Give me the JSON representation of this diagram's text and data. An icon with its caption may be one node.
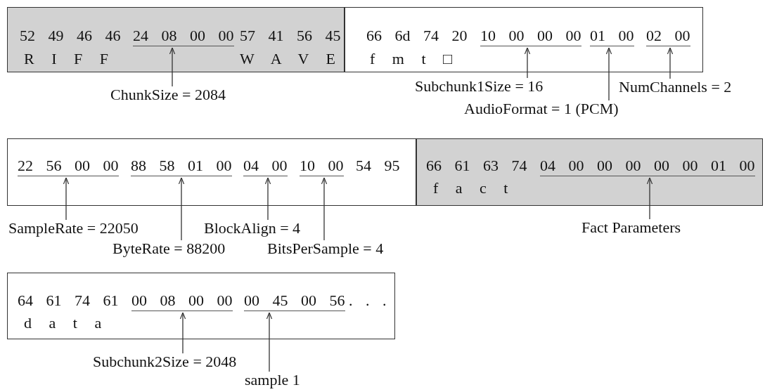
{
  "diagram": {
    "nodes": [
      {
        "text": [
          "52 49 46 46",
          "57 41 56 45",
          "R I F F",
          "W A V E"
        ]
      },
      {
        "text": [
          "24 08 00 00"
        ],
        "in": 0
      },
      {
        "text": [
          "66 6d 74 20",
          "f m t □"
        ]
      },
      {
        "text": [
          "10 00 00 00"
        ],
        "in": 2
      },
      {
        "text": [
          "01 00"
        ],
        "in": 2
      },
      {
        "text": [
          "02 00"
        ],
        "in": 2
      },
      {
        "text": [
          "54 95"
        ]
      },
      {
        "text": [
          "22 56 00 00"
        ],
        "in": 6
      },
      {
        "text": [
          "88 58 01 00"
        ],
        "in": 6
      },
      {
        "text": [
          "04 00"
        ],
        "in": 6
      },
      {
        "text": [
          "10 00"
        ],
        "in": 6
      },
      {
        "text": [
          "66 61 63 74",
          "f a c t"
        ]
      },
      {
        "text": [
          "04 00 00 00 00 00 01 00"
        ],
        "in": 11
      },
      {
        "text": [
          "64 61 74 61",
          ". . .",
          "d a t a"
        ]
      },
      {
        "text": [
          "00 08 00 00"
        ],
        "in": 13
      },
      {
        "text": [
          "00 45 00 56"
        ],
        "in": 13
      },
      {
        "text": [
          "ChunkSize = 2084"
        ]
      },
      {
        "text": [
          "Subchunk1Size = 16"
        ]
      },
      {
        "text": [
          "AudioFormat = 1 (PCM)"
        ]
      },
      {
        "text": [
          "NumChannels = 2"
        ]
      },
      {
        "text": [
          "SampleRate = 22050"
        ]
      },
      {
        "text": [
          "ByteRate = 88200"
        ]
      },
      {
        "text": [
          "BlockAlign = 4"
        ]
      },
      {
        "text": [
          "BitsPerSample = 4"
        ]
      },
      {
        "text": [
          "Fact Parameters"
        ]
      },
      {
        "text": [
          "Subchunk2Size = 2048"
        ]
      },
      {
        "text": [
          "sample 1"
        ]
      }
    ],
    "edges": [
      {
        "from": 16,
        "to": 1,
        "arrow": "to"
      },
      {
        "from": 17,
        "to": 3,
        "arrow": "to"
      },
      {
        "from": 18,
        "to": 4,
        "arrow": "to"
      },
      {
        "from": 19,
        "to": 5,
        "arrow": "to"
      },
      {
        "from": 20,
        "to": 7,
        "arrow": "to"
      },
      {
        "from": 21,
        "to": 8,
        "arrow": "to"
      },
      {
        "from": 22,
        "to": 9,
        "arrow": "to"
      },
      {
        "from": 23,
        "to": 10,
        "arrow": "to"
      },
      {
        "from": 24,
        "to": 12,
        "arrow": "to"
      },
      {
        "from": 25,
        "to": 14,
        "arrow": "to"
      },
      {
        "from": 26,
        "to": 15,
        "arrow": "to"
      }
    ]
  }
}
